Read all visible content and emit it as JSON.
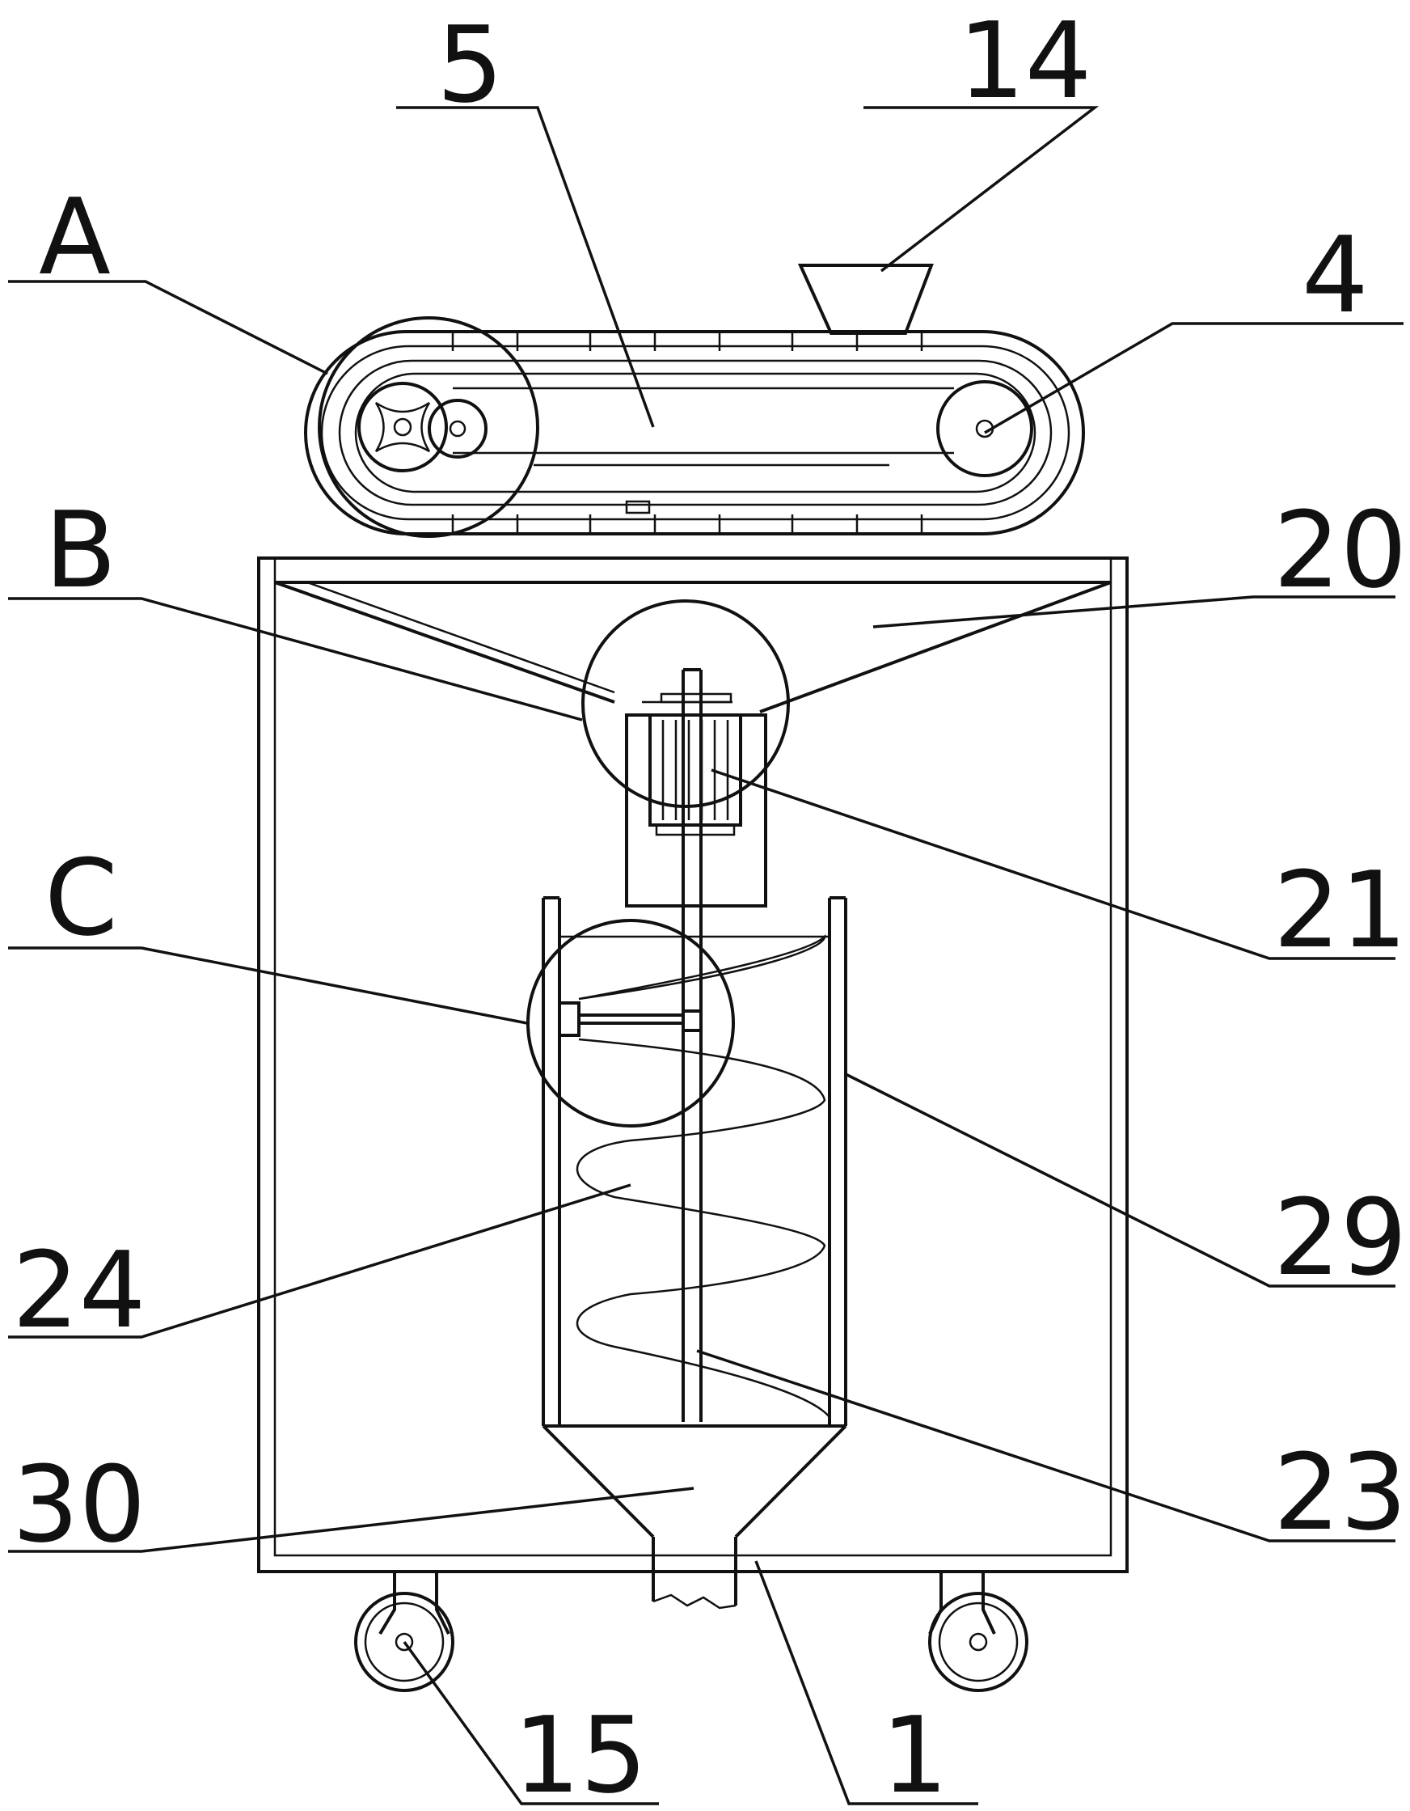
{
  "labels": {
    "A": "A",
    "n5": "5",
    "n14": "14",
    "n4": "4",
    "B": "B",
    "n20": "20",
    "C": "C",
    "n21": "21",
    "n29": "29",
    "n24": "24",
    "n23": "23",
    "n30": "30",
    "n15": "15",
    "n1": "1"
  }
}
